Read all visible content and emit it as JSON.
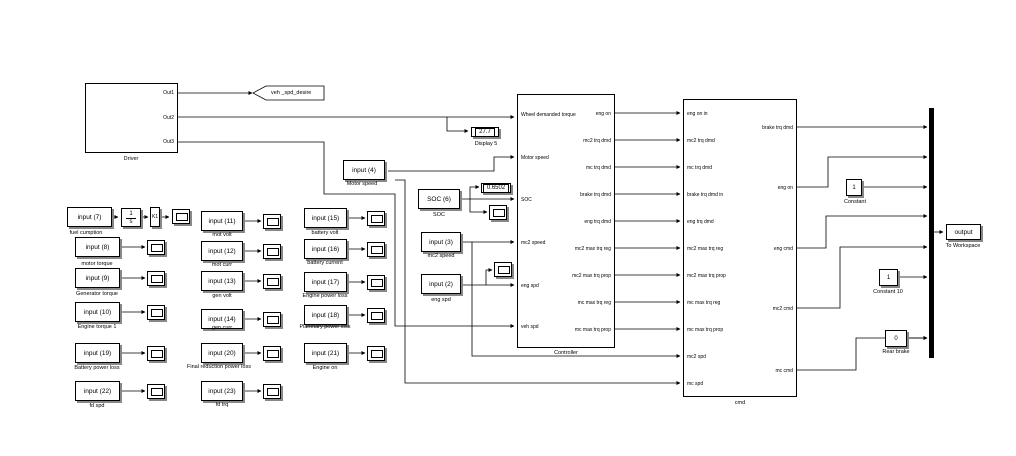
{
  "driver": {
    "label": "Driver",
    "ports": [
      "Out1",
      "Out2",
      "Out3"
    ]
  },
  "goto_tag": "veh _spd_desire",
  "display5": {
    "value": "27.7",
    "label": "Display 5"
  },
  "motor_speed_input": {
    "text": "input (4)",
    "label": "Motor speed"
  },
  "soc_input": {
    "text": "SOC (6)",
    "label": "SOC"
  },
  "soc_display": {
    "value": "0.6502"
  },
  "mc2_speed_input": {
    "text": "input (3)",
    "label": "mc2 speed"
  },
  "eng_spd_input": {
    "text": "input (2)",
    "label": "eng spd"
  },
  "integrator": {
    "num": "1",
    "den": "s"
  },
  "gain": {
    "text": "K1"
  },
  "scope_inputs": [
    {
      "text": "input (7)",
      "label": "fuel cumption"
    },
    {
      "text": "input (8)",
      "label": "motor torque"
    },
    {
      "text": "input (9)",
      "label": "Generator torque"
    },
    {
      "text": "input (10)",
      "label": "Engine  torque  1"
    },
    {
      "text": "input (19)",
      "label": "Battery power loss"
    },
    {
      "text": "input (22)",
      "label": "fd spd"
    },
    {
      "text": "input (11)",
      "label": "mot volt"
    },
    {
      "text": "input (12)",
      "label": "mot curr"
    },
    {
      "text": "input (13)",
      "label": "gen volt"
    },
    {
      "text": "input (14)",
      "label": "gen curr"
    },
    {
      "text": "input (20)",
      "label": "Final reduction power loss"
    },
    {
      "text": "input (23)",
      "label": "fd trq"
    },
    {
      "text": "input (15)",
      "label": "battery volt"
    },
    {
      "text": "input (16)",
      "label": "battery current"
    },
    {
      "text": "input (17)",
      "label": "Engine power loss"
    },
    {
      "text": "input (18)",
      "label": "Planetary power loss"
    },
    {
      "text": "input (21)",
      "label": "Engine on"
    }
  ],
  "controller": {
    "label": "Controller",
    "inputs": [
      "Wheel demanded torque",
      "Motor speed",
      "SOC",
      "mc2 speed",
      "eng spd",
      "veh spd"
    ],
    "outputs": [
      "eng on",
      "mc2 trq dmd",
      "mc trq dmd",
      "brake trq dmd",
      "eng trq dmd",
      "mc2 max trq reg",
      "mc2 max trq prop",
      "mc max trq reg",
      "mc max trq prop"
    ]
  },
  "cmd": {
    "label": "cmd",
    "inputs": [
      "eng on in",
      "mc2 trq dmd",
      "mc trq dmd",
      "brake trq dmd in",
      "eng trq dmd",
      "mc2 max trq reg",
      "mc2 max trq prop",
      "mc max trq reg",
      "mc max trq prop",
      "mc2 spd",
      "mc spd"
    ],
    "outputs": [
      "brake trq dmd",
      "eng on",
      "eng cmd",
      "mc2 cmd",
      "mc cmd"
    ]
  },
  "constant": {
    "value": "1",
    "label": "Constant"
  },
  "constant10": {
    "value": "1",
    "label": "Constant 10"
  },
  "rear_brake": {
    "value": "0",
    "label": "Rear brake"
  },
  "to_workspace": {
    "text": "output",
    "label": "To Workspace"
  }
}
